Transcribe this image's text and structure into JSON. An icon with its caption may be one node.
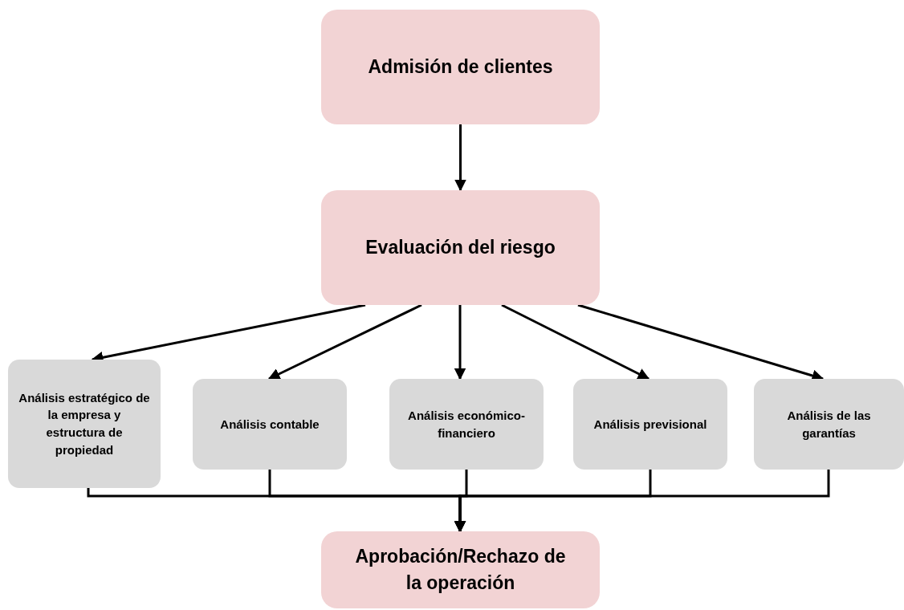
{
  "diagram": {
    "nodes": [
      {
        "text": [
          "Admisión de clientes"
        ]
      },
      {
        "text": [
          "Evaluación del riesgo"
        ]
      },
      {
        "text": [
          "Análisis estratégico de la empresa y estructura de propiedad"
        ]
      },
      {
        "text": [
          "Análisis contable"
        ]
      },
      {
        "text": [
          "Análisis económico-financiero"
        ]
      },
      {
        "text": [
          "Análisis previsional"
        ]
      },
      {
        "text": [
          "Análisis de las garantías"
        ]
      },
      {
        "text": [
          "Aprobación/Rechazo de la operación"
        ]
      }
    ],
    "edges": [
      {
        "from": 0,
        "to": 1,
        "arrow": "to"
      },
      {
        "from": 1,
        "to": 2,
        "arrow": "to"
      },
      {
        "from": 1,
        "to": 3,
        "arrow": "to"
      },
      {
        "from": 1,
        "to": 4,
        "arrow": "to"
      },
      {
        "from": 1,
        "to": 5,
        "arrow": "to"
      },
      {
        "from": 1,
        "to": 6,
        "arrow": "to"
      },
      {
        "from": 2,
        "to": 7,
        "arrow": "to"
      },
      {
        "from": 3,
        "to": 7,
        "arrow": "to"
      },
      {
        "from": 4,
        "to": 7,
        "arrow": "to"
      },
      {
        "from": 5,
        "to": 7,
        "arrow": "to"
      },
      {
        "from": 6,
        "to": 7,
        "arrow": "to"
      }
    ]
  }
}
